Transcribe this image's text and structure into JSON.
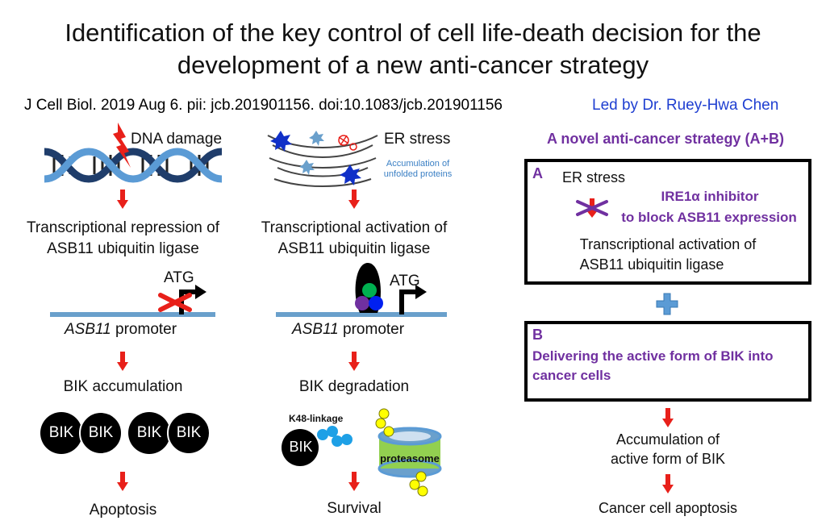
{
  "title": {
    "line1": "Identification of the key control of cell life-death decision for the",
    "line2": "development of a new anti-cancer strategy"
  },
  "citation": "J Cell Biol. 2019 Aug 6. pii: jcb.201901156. doi:10.1083/jcb.201901156",
  "leader": "Led by Dr. Ruey-Hwa Chen",
  "left_column": {
    "trigger": "DNA damage",
    "step1_line1": "Transcriptional repression of",
    "step1_line2": "ASB11 ubiquitin ligase",
    "atg": "ATG",
    "promoter_gene": "ASB11",
    "promoter_word": " promoter",
    "step2": "BIK accumulation",
    "bik": [
      "BIK",
      "BIK",
      "BIK",
      "BIK"
    ],
    "outcome": "Apoptosis"
  },
  "middle_column": {
    "trigger": "ER stress",
    "accum_line1": "Accumulation of",
    "accum_line2": "unfolded proteins",
    "step1_line1": "Transcriptional activation of",
    "step1_line2": "ASB11 ubiquitin ligase",
    "atg": "ATG",
    "promoter_gene": "ASB11",
    "promoter_word": " promoter",
    "step2": "BIK degradation",
    "k48": "K48-linkage",
    "bik": "BIK",
    "proteasome": "proteasome",
    "outcome": "Survival"
  },
  "right_column": {
    "heading": "A novel anti-cancer strategy (A+B)",
    "box_a": {
      "letter": "A",
      "er_stress": "ER stress",
      "inhibitor_line1": "IRE1α inhibitor",
      "inhibitor_line2": "to block ASB11 expression",
      "activation_line1": "Transcriptional activation of",
      "activation_line2": "ASB11 ubiquitin ligase"
    },
    "box_b": {
      "letter": "B",
      "line1": "Delivering the active form of BIK into",
      "line2": "cancer cells"
    },
    "result_line1": "Accumulation of",
    "result_line2": "active form of BIK",
    "outcome": "Cancer cell apoptosis"
  },
  "colors": {
    "arrow_red": "#e8201a",
    "purple": "#7030a0",
    "dna_dark": "#1f3d6b",
    "dna_light": "#5b9bd5",
    "promoter_blue": "#6aa0cc",
    "plus_blue": "#5b9bd5",
    "leader_blue": "#1f3fd1"
  }
}
